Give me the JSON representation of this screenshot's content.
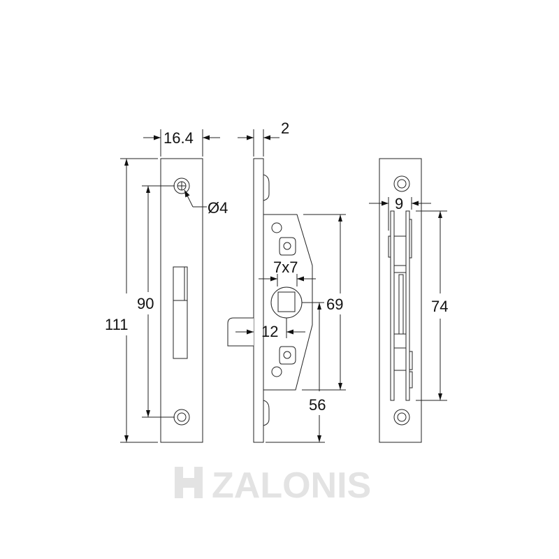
{
  "watermark": "ZALONIS",
  "views": {
    "front": {
      "width_label": "16.4",
      "height_label": "111",
      "hole_spacing_label": "90",
      "hole_diameter_label": "Ø4"
    },
    "side": {
      "plate_thickness_label": "2",
      "spindle_label": "7x7",
      "latch_label": "12",
      "body_height_label": "69",
      "spindle_height_label": "56"
    },
    "back": {
      "width_label": "9",
      "height_label": "74"
    }
  },
  "colors": {
    "line": "#222222",
    "watermark": "#e3e3e3"
  }
}
